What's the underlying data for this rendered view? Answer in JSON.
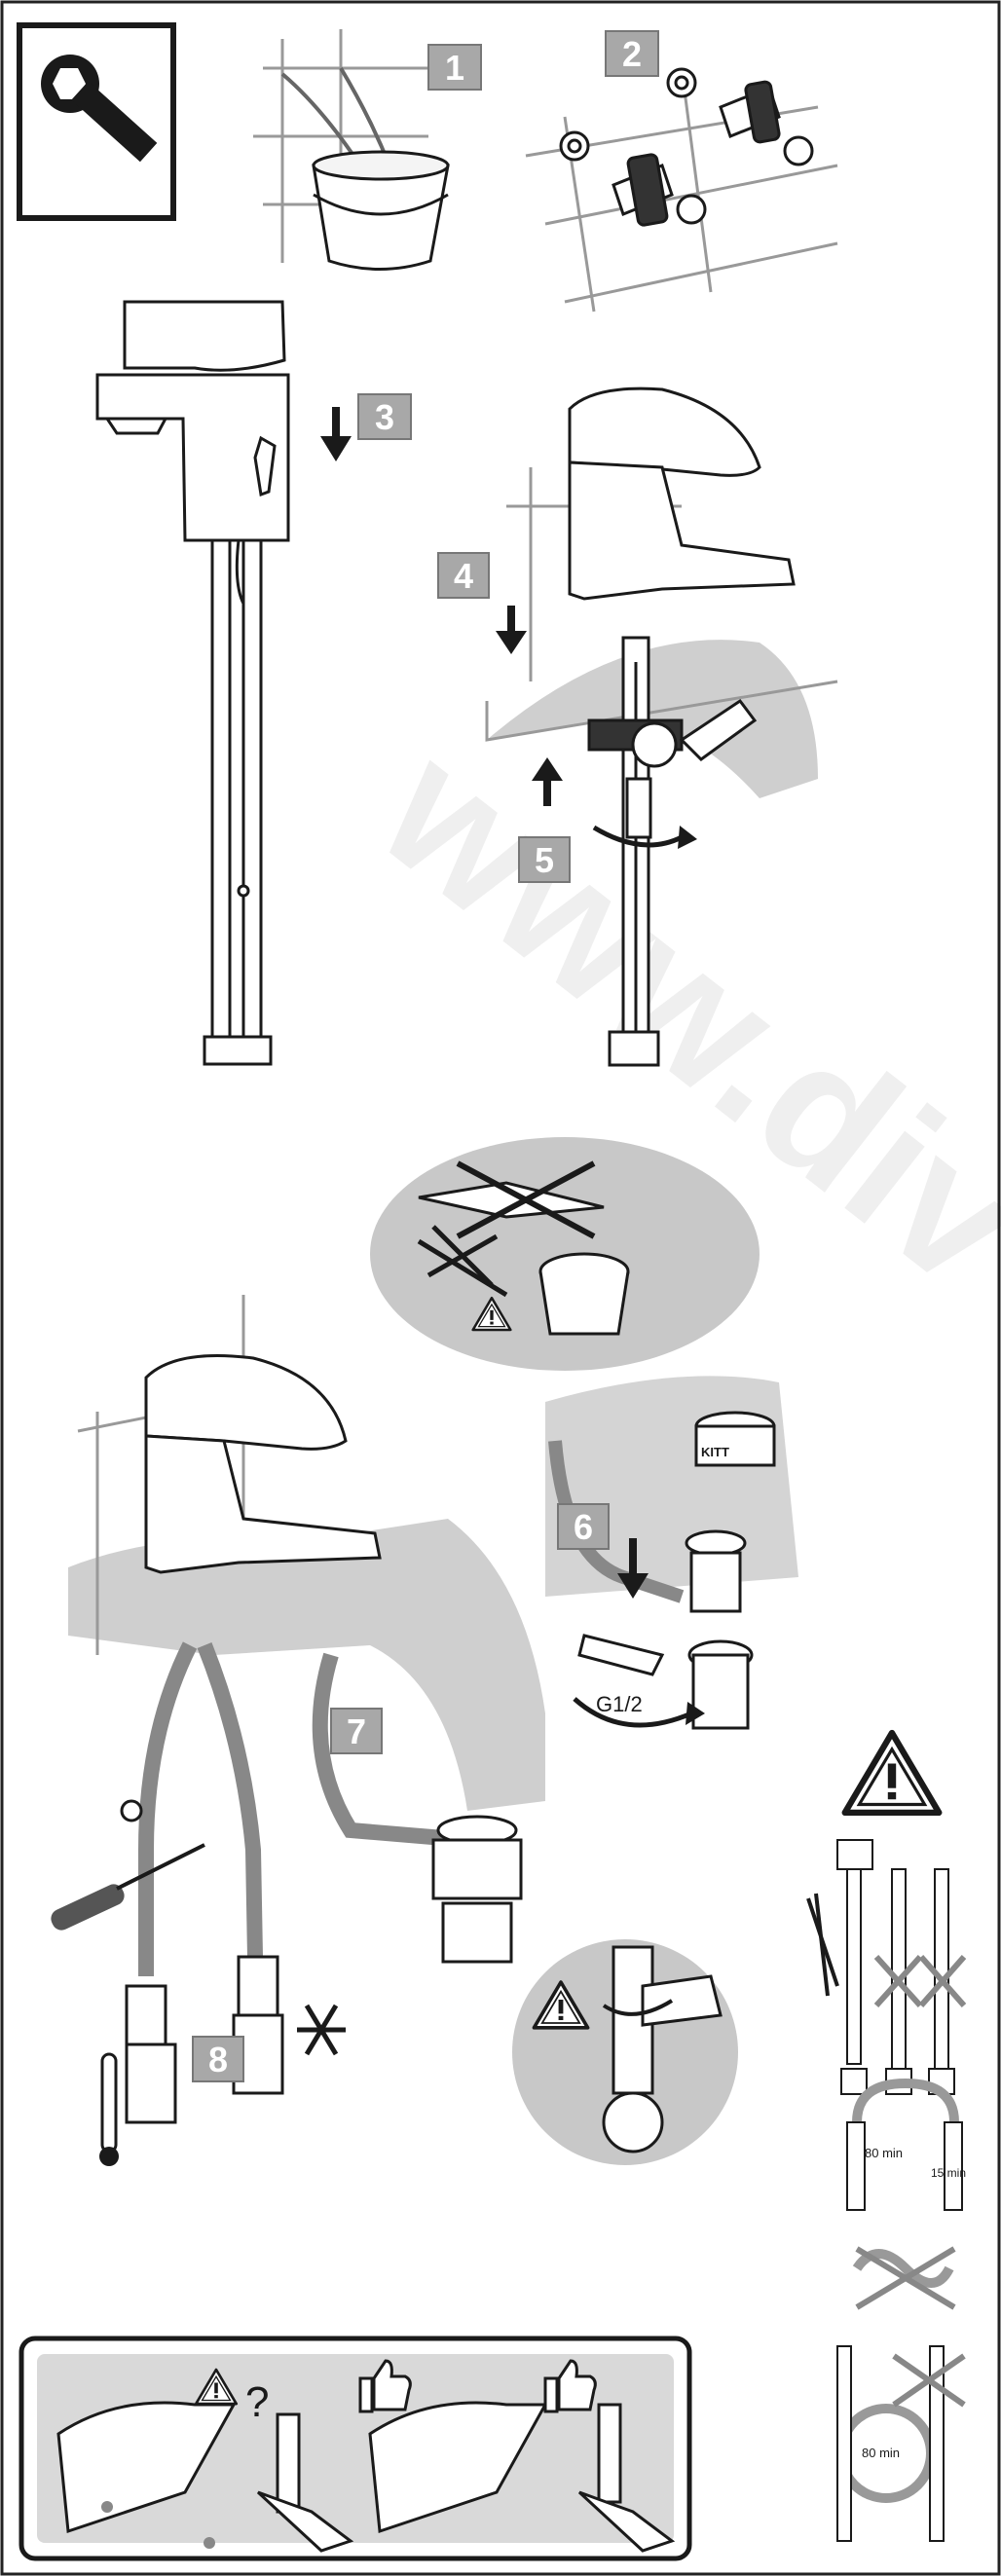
{
  "steps": {
    "s1": "1",
    "s2": "2",
    "s3": "3",
    "s4": "4",
    "s5": "5",
    "s6": "6",
    "s7": "7",
    "s8": "8"
  },
  "labels": {
    "kitt": "KITT",
    "thread": "G1/2",
    "dim_80_top": "80 min",
    "dim_15": "15 min",
    "dim_80_bottom": "80 min",
    "question": "?"
  },
  "watermark": "www.div",
  "colors": {
    "ink": "#1a1a1a",
    "step_badge": "#a8a8a8",
    "sink_gray": "#cfcfcf",
    "circle_gray": "#c8c8c8",
    "box_gray": "#d9d9d9",
    "watermark": "#efefef"
  },
  "icons": [
    "wrench-tool-icon",
    "warning-triangle-icon",
    "frost-icon",
    "thumbs-up-icon",
    "thermometer-icon",
    "screwdriver-icon"
  ]
}
